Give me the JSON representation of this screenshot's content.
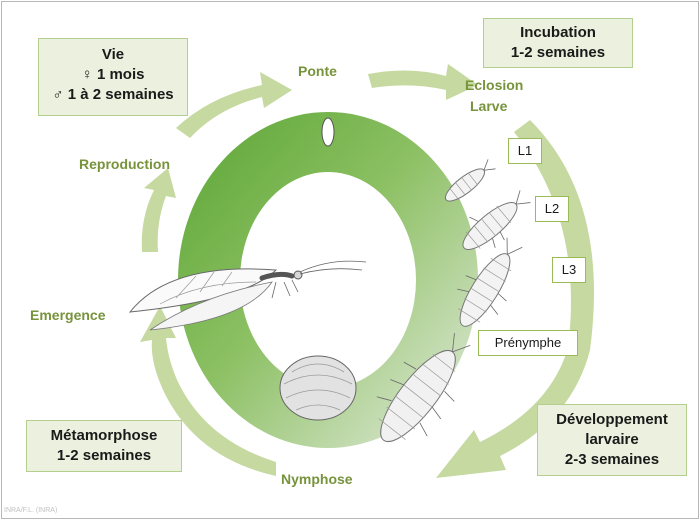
{
  "boxes": {
    "life": {
      "title": "Vie",
      "female": "♀ 1 mois",
      "male": "♂ 1 à 2 semaines"
    },
    "incubation": {
      "title": "Incubation",
      "duration": "1-2 semaines"
    },
    "larval_dev": {
      "line1": "Développement",
      "line2": "larvaire",
      "line3": "2-3 semaines"
    },
    "metamorphosis": {
      "title": "Métamorphose",
      "duration": "1-2 semaines"
    }
  },
  "stages": {
    "ponte": "Ponte",
    "eclosion": "Eclosion",
    "larve": "Larve",
    "reproduction": "Reproduction",
    "emergence": "Emergence",
    "nymphose": "Nymphose"
  },
  "instars": {
    "l1": "L1",
    "l2": "L2",
    "l3": "L3",
    "prenymphe": "Prénymphe"
  },
  "watermark": "INRA/F.L. (INRA)",
  "colors": {
    "ring_dark": "#5aa534",
    "ring_light": "#dfe8d6",
    "arrow": "#c5d9a0",
    "label": "#77933c",
    "box_fill": "#ebf1de"
  }
}
